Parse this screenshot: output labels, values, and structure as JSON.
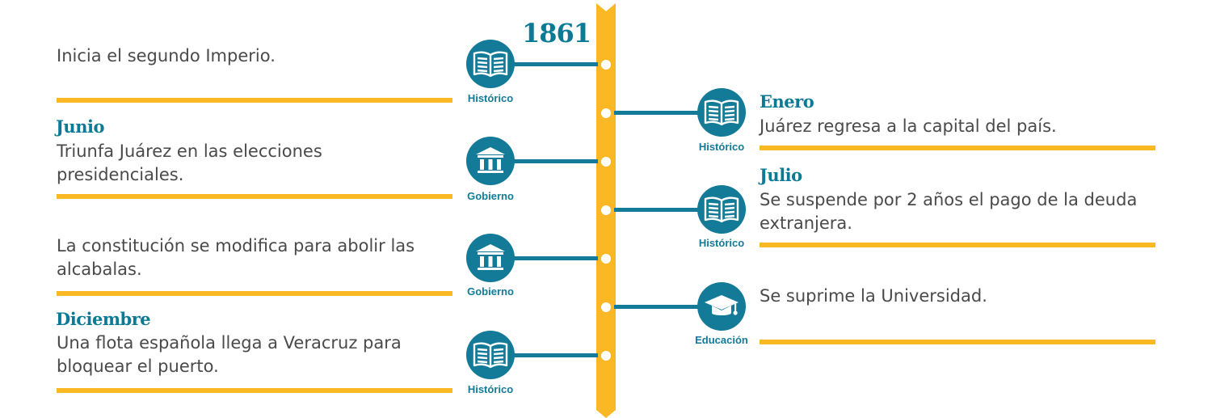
{
  "year": "1861",
  "colors": {
    "accent_teal": "#137b97",
    "accent_yellow": "#fbb825",
    "text": "#4a4a4a"
  },
  "left_events": [
    {
      "month": "",
      "text": "Inicia el segundo Imperio.",
      "category": "Histórico",
      "icon": "book-icon"
    },
    {
      "month": "Junio",
      "text": "Triunfa Juárez en las elecciones presidenciales.",
      "category": "Gobierno",
      "icon": "government-building-icon"
    },
    {
      "month": "",
      "text": "La constitución se modifica para abolir las alcabalas.",
      "category": "Gobierno",
      "icon": "government-building-icon"
    },
    {
      "month": "Diciembre",
      "text": "Una flota española llega a Veracruz para bloquear el puerto.",
      "category": "Histórico",
      "icon": "book-icon"
    }
  ],
  "right_events": [
    {
      "month": "Enero",
      "text": "Juárez regresa a la capital del país.",
      "category": "Histórico",
      "icon": "book-icon"
    },
    {
      "month": "Julio",
      "text": "Se suspende por 2 años el pago de la deuda extranjera.",
      "category": "Histórico",
      "icon": "book-icon"
    },
    {
      "month": "",
      "text": "Se suprime la Universidad.",
      "category": "Educación",
      "icon": "graduation-cap-icon"
    }
  ]
}
